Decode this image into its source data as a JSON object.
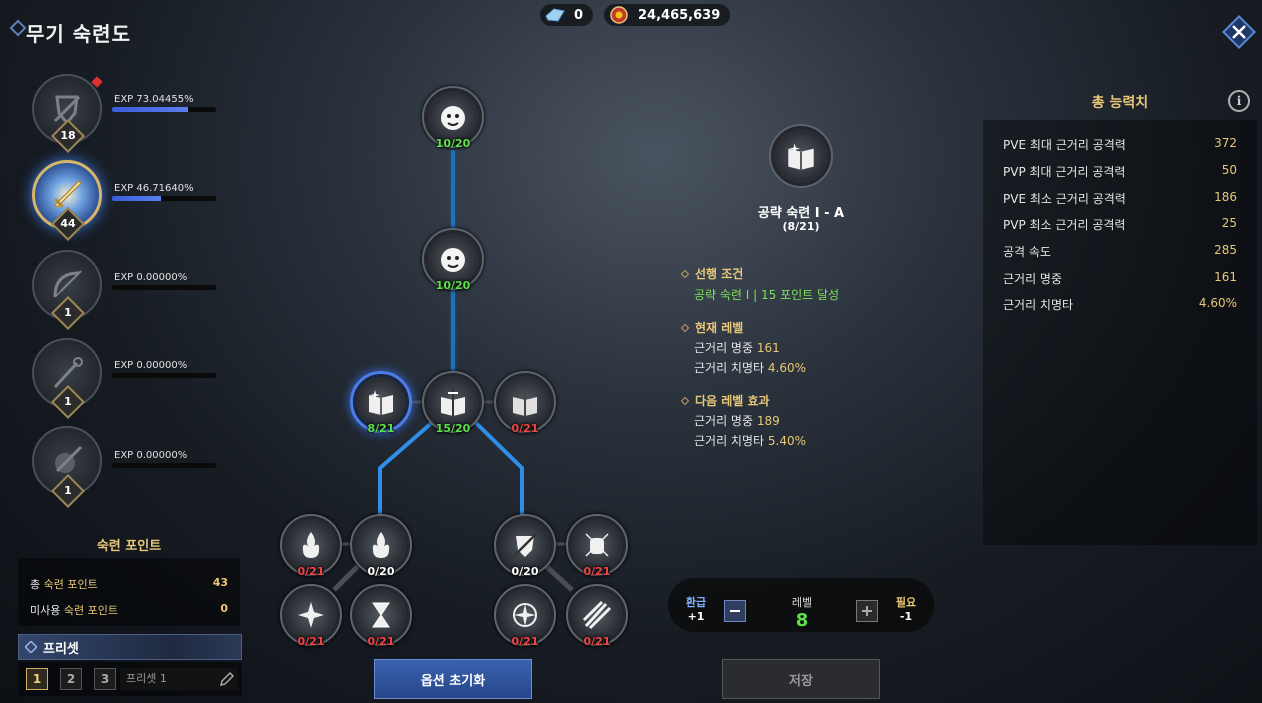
{
  "header": {
    "title": "무기 숙련도",
    "currency_crystal": "0",
    "currency_gold": "24,465,639"
  },
  "weapons": [
    {
      "icon": "crossbow-shield-icon",
      "level": "18",
      "exp": "EXP 73.04455%",
      "progress": 0.7304
    },
    {
      "icon": "sword-icon",
      "level": "44",
      "exp": "EXP 46.71640%",
      "progress": 0.4672
    },
    {
      "icon": "bow-icon",
      "level": "1",
      "exp": "EXP 0.00000%",
      "progress": 0
    },
    {
      "icon": "staff-icon",
      "level": "1",
      "exp": "EXP 0.00000%",
      "progress": 0
    },
    {
      "icon": "dagger-icon",
      "level": "1",
      "exp": "EXP 0.00000%",
      "progress": 0
    }
  ],
  "mastery_points": {
    "title": "숙련 포인트",
    "total_prefix": "총 ",
    "total_label": "숙련 포인트",
    "total_value": "43",
    "unused_prefix": "미사용 ",
    "unused_label": "숙련 포인트",
    "unused_value": "0"
  },
  "preset": {
    "title": "프리셋",
    "slots": [
      "1",
      "2",
      "3"
    ],
    "name": "프리셋 1"
  },
  "skill_nodes": [
    {
      "count": "10/20",
      "color": "green"
    },
    {
      "count": "10/20",
      "color": "green"
    },
    {
      "count": "8/21",
      "color": "green"
    },
    {
      "count": "15/20",
      "color": "green"
    },
    {
      "count": "0/21",
      "color": "red"
    },
    {
      "count": "0/21",
      "color": "red"
    },
    {
      "count": "0/20",
      "color": "white"
    },
    {
      "count": "0/20",
      "color": "white"
    },
    {
      "count": "0/21",
      "color": "red"
    },
    {
      "count": "0/21",
      "color": "red"
    },
    {
      "count": "0/21",
      "color": "red"
    },
    {
      "count": "0/21",
      "color": "red"
    },
    {
      "count": "0/21",
      "color": "red"
    }
  ],
  "detail": {
    "name": "공략 숙련 I - A",
    "level": "(8/21)",
    "prereq_title": "선행 조건",
    "prereq_text": "공략 숙련 I | 15 포인트 달성",
    "current_title": "현재 레벨",
    "current": [
      {
        "label": "근거리 명중 ",
        "value": "161"
      },
      {
        "label": "근거리 치명타 ",
        "value": "4.60%"
      }
    ],
    "next_title": "다음 레벨 효과",
    "next": [
      {
        "label": "근거리 명중 ",
        "value": "189"
      },
      {
        "label": "근거리 치명타 ",
        "value": "5.40%"
      }
    ]
  },
  "level_control": {
    "refund_label": "환급",
    "refund_value": "+1",
    "level_label": "레벨",
    "level_value": "8",
    "need_label": "필요",
    "need_value": "-1"
  },
  "buttons": {
    "reset": "옵션 초기화",
    "save": "저장"
  },
  "stats": {
    "title": "총 능력치",
    "rows": [
      {
        "label": "PVE 최대 근거리 공격력",
        "value": "372"
      },
      {
        "label": "PVP 최대 근거리 공격력",
        "value": "50"
      },
      {
        "label": "PVE 최소 근거리 공격력",
        "value": "186"
      },
      {
        "label": "PVP 최소 근거리 공격력",
        "value": "25"
      },
      {
        "label": "공격 속도",
        "value": "285"
      },
      {
        "label": "근거리 명중",
        "value": "161"
      },
      {
        "label": "근거리 치명타",
        "value": "4.60%"
      }
    ]
  },
  "colors": {
    "accent_gold": "#e8c878",
    "accent_blue": "#3a7be8",
    "count_green": "#5ee04a",
    "count_red": "#f04646"
  }
}
